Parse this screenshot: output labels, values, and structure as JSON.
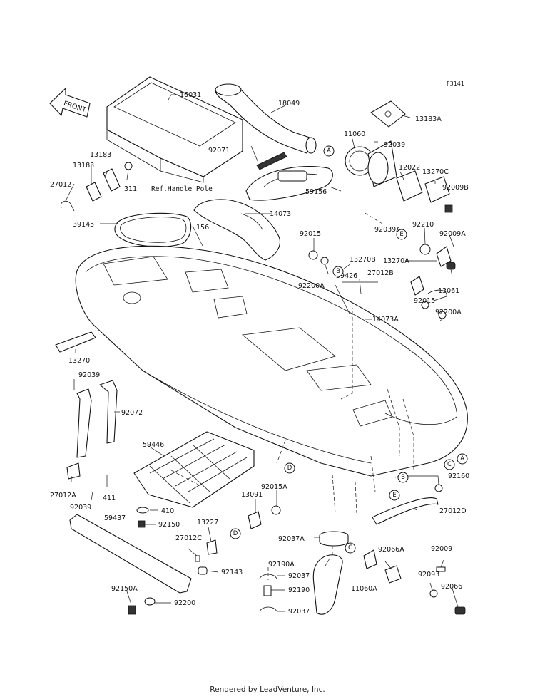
{
  "figure_code": "F3141",
  "front_label": "FRONT",
  "reference_note": "Ref.Handle Pole",
  "footer": "Rendered by LeadVenture, Inc.",
  "callouts": [
    "A",
    "B",
    "C",
    "D",
    "E"
  ],
  "parts": [
    "16031",
    "18049",
    "13183A",
    "11060",
    "92039",
    "92071",
    "13183",
    "13183",
    "27012",
    "311",
    "12022",
    "13270C",
    "92009B",
    "59156",
    "14073",
    "39145",
    "156",
    "92015",
    "92039A",
    "92210",
    "92009A",
    "13270B",
    "13270A",
    "92200A",
    "27012B",
    "13061",
    "59426",
    "92015",
    "92200A",
    "14073A",
    "13270",
    "92039",
    "92072",
    "59446",
    "27012A",
    "411",
    "92039",
    "92160",
    "410",
    "92015A",
    "13091",
    "27012D",
    "59437",
    "92150",
    "13227",
    "27012C",
    "92037A",
    "92143",
    "92190A",
    "11060A",
    "92066A",
    "92009",
    "92037",
    "92093",
    "92190",
    "92150A",
    "92200",
    "92066",
    "92037"
  ]
}
